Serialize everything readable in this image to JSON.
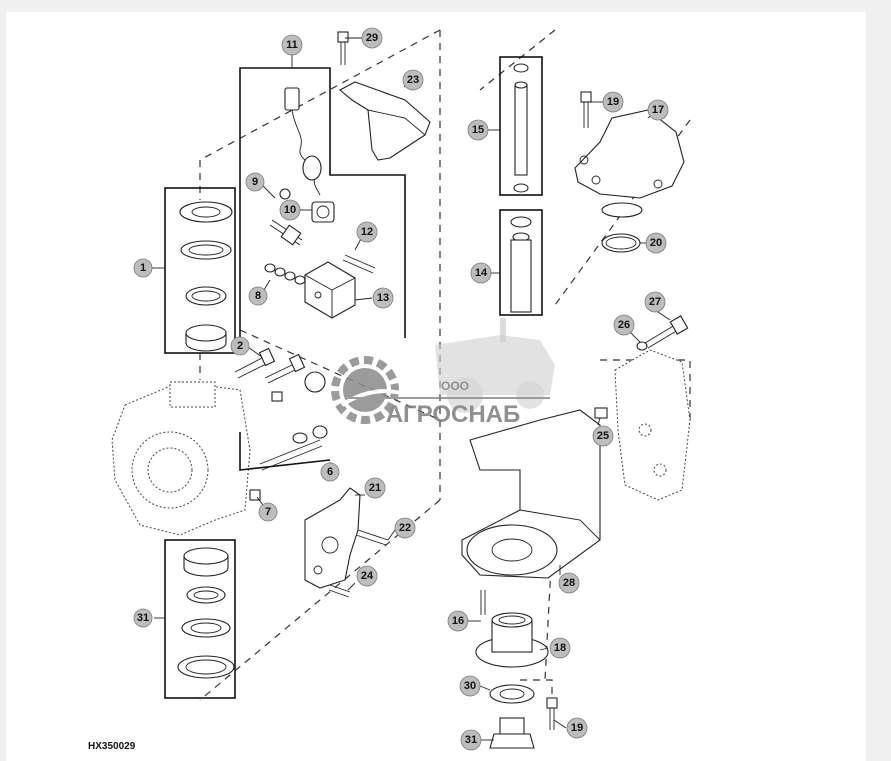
{
  "figure_id": "HX350029",
  "watermark": {
    "company_prefix": "ООО",
    "company_name": "АГРОСНАБ"
  },
  "callouts": [
    "29",
    "11",
    "23",
    "15",
    "19",
    "17",
    "9",
    "10",
    "12",
    "20",
    "14",
    "8",
    "13",
    "27",
    "26",
    "2",
    "1",
    "6",
    "7",
    "21",
    "22",
    "24",
    "25",
    "28",
    "16",
    "18",
    "30",
    "31"
  ]
}
